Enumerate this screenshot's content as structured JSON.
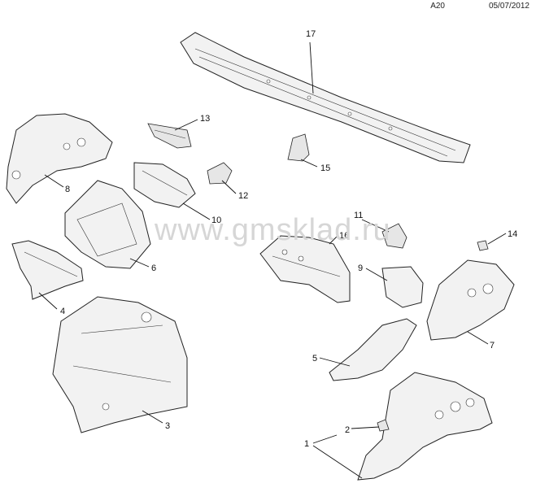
{
  "header": {
    "code": "A20",
    "date": "05/07/2012"
  },
  "watermark": "www.gmsklad.ru",
  "callouts": [
    "1",
    "2",
    "3",
    "4",
    "5",
    "6",
    "7",
    "8",
    "9",
    "10",
    "11",
    "12",
    "13",
    "14",
    "15",
    "16",
    "17"
  ]
}
